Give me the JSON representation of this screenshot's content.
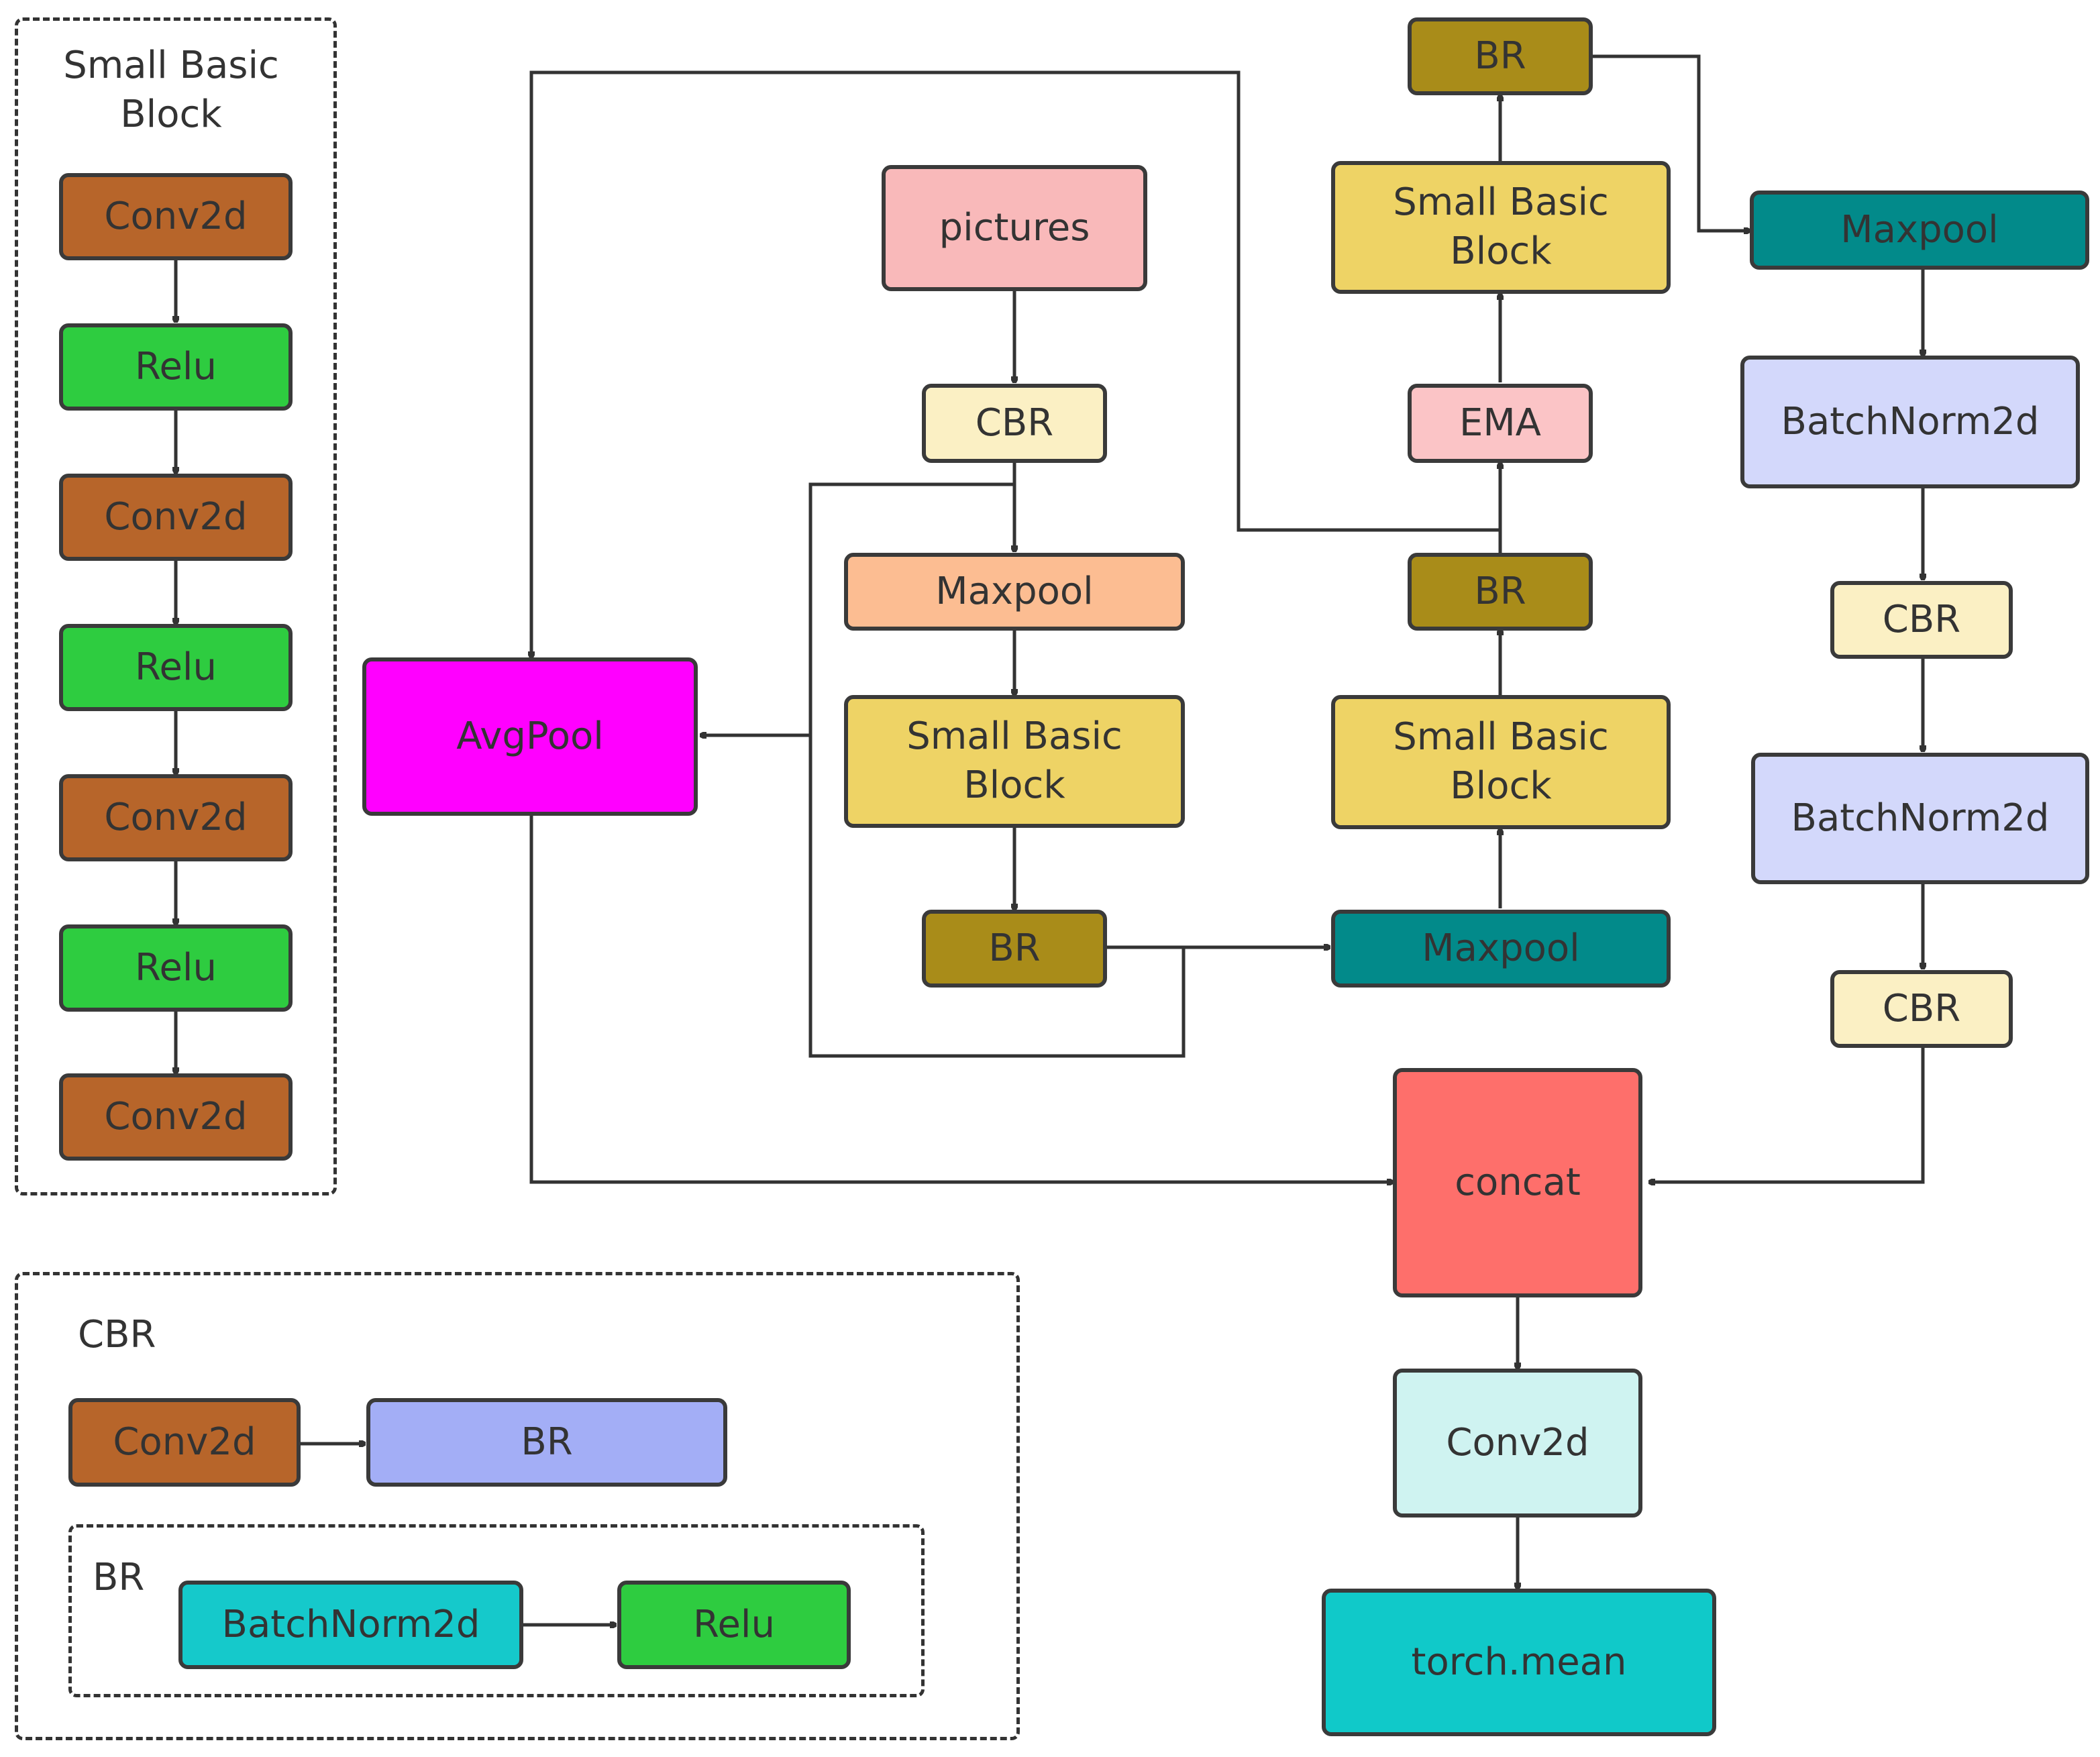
{
  "groups": {
    "sbb": {
      "title": "Small Basic\nBlock"
    },
    "cbr": {
      "title": "CBR"
    },
    "br": {
      "title": "BR"
    }
  },
  "legend": {
    "sbb_layers": [
      "Conv2d",
      "Relu",
      "Conv2d",
      "Relu",
      "Conv2d",
      "Relu",
      "Conv2d"
    ],
    "cbr_conv": "Conv2d",
    "cbr_br": "BR",
    "br_bn": "BatchNorm2d",
    "br_relu": "Relu"
  },
  "nodes": {
    "pictures": "pictures",
    "cbr_in": "CBR",
    "maxpool_1": "Maxpool",
    "sbb_1": "Small Basic\nBlock",
    "br_1": "BR",
    "avgpool": "AvgPool",
    "maxpool_2": "Maxpool",
    "sbb_2": "Small Basic\nBlock",
    "br_2": "BR",
    "ema": "EMA",
    "sbb_3": "Small Basic\nBlock",
    "br_3": "BR",
    "maxpool_3": "Maxpool",
    "batchnorm_1": "BatchNorm2d",
    "cbr_2": "CBR",
    "batchnorm_2": "BatchNorm2d",
    "cbr_3": "CBR",
    "concat": "concat",
    "conv2d_out": "Conv2d",
    "torch_mean": "torch.mean"
  },
  "colors": {
    "conv2d_brown": "#b7652a",
    "relu_green": "#2ecc40",
    "br_olive": "#a98c19",
    "cbr_cream": "#fbf0c4",
    "sbb_yellow": "#eed365",
    "pictures_pink": "#f9b9ba",
    "ema_pink": "#fbc4c6",
    "maxpool_orange": "#fcbd92",
    "maxpool_teal": "#028a8a",
    "avgpool_magenta": "#ff00ff",
    "batchnorm_lavender": "#d3d8fb",
    "concat_red": "#fe6f6b",
    "conv_out_cyan": "#cff3f1",
    "torch_mean_teal": "#10c9c9",
    "cbr_br_periwinkle": "#a3aef6",
    "br_bn_cyan": "#15c9cb"
  }
}
